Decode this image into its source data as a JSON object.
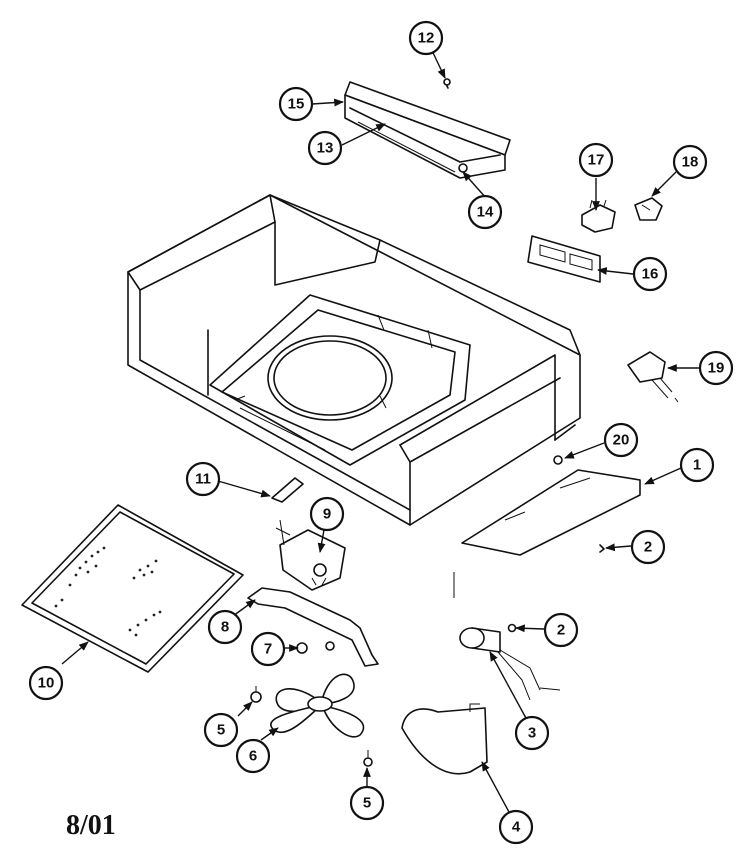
{
  "callouts": [
    {
      "number": "1"
    },
    {
      "number": "2"
    },
    {
      "number": "2"
    },
    {
      "number": "3"
    },
    {
      "number": "4"
    },
    {
      "number": "5"
    },
    {
      "number": "5"
    },
    {
      "number": "6"
    },
    {
      "number": "7"
    },
    {
      "number": "8"
    },
    {
      "number": "9"
    },
    {
      "number": "10"
    },
    {
      "number": "11"
    },
    {
      "number": "12"
    },
    {
      "number": "13"
    },
    {
      "number": "14"
    },
    {
      "number": "15"
    },
    {
      "number": "16"
    },
    {
      "number": "17"
    },
    {
      "number": "18"
    },
    {
      "number": "19"
    },
    {
      "number": "20"
    }
  ],
  "date_code": "8/01"
}
